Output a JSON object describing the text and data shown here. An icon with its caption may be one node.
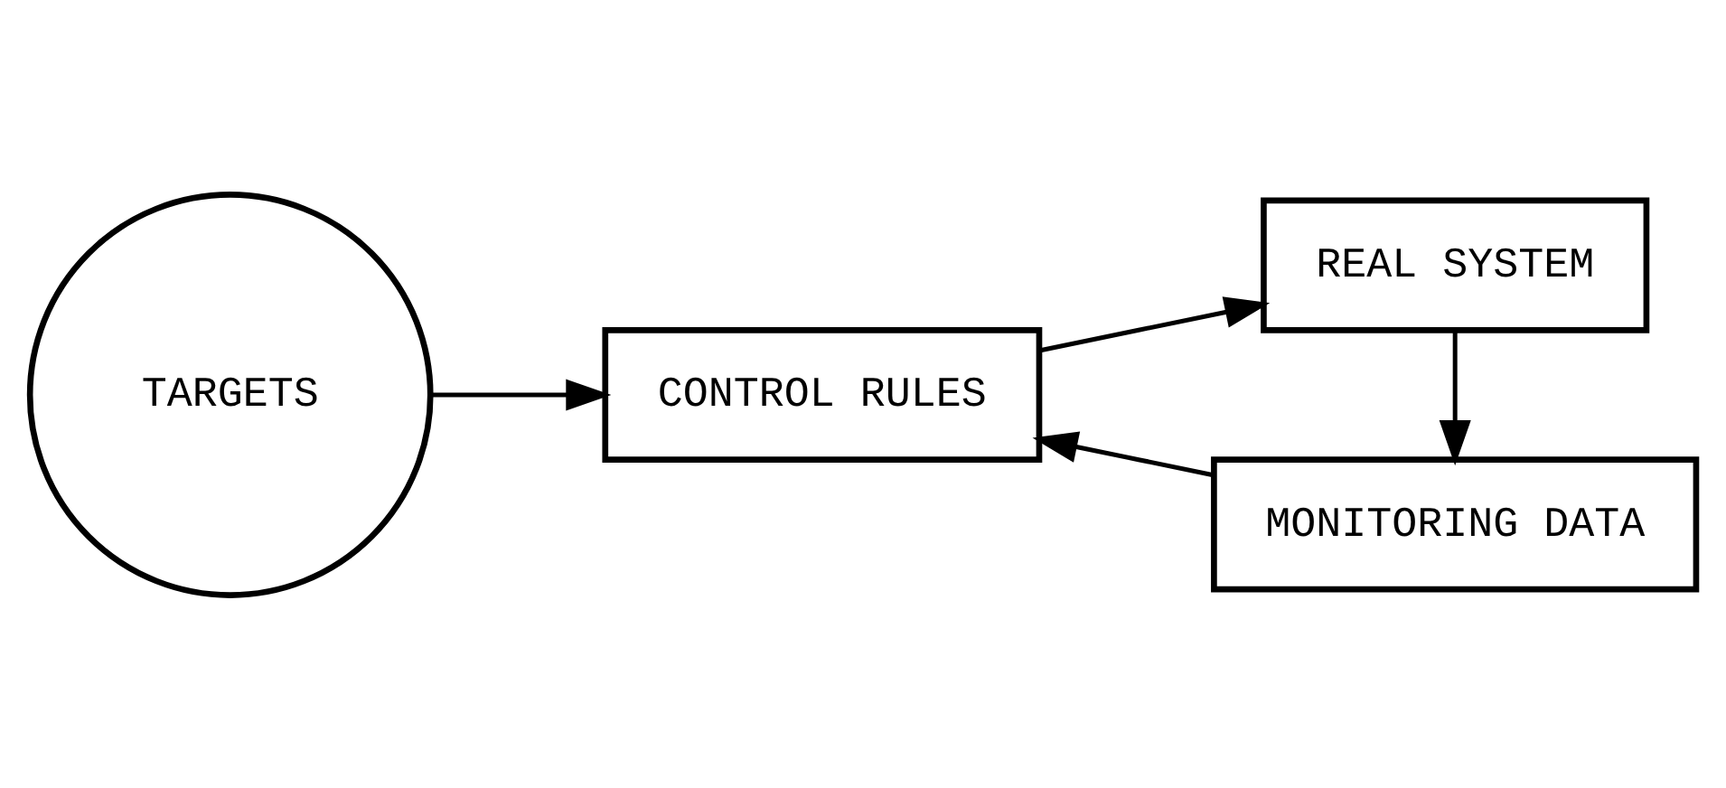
{
  "diagram": {
    "nodes": [
      {
        "text": [
          "TARGETS"
        ]
      },
      {
        "text": [
          "CONTROL RULES"
        ]
      },
      {
        "text": [
          "REAL SYSTEM"
        ]
      },
      {
        "text": [
          "MONITORING DATA"
        ]
      }
    ],
    "edges": [
      {
        "from": 0,
        "to": 1,
        "arrow": "to"
      },
      {
        "from": 1,
        "to": 2,
        "arrow": "to"
      },
      {
        "from": 2,
        "to": 3,
        "arrow": "to"
      },
      {
        "from": 3,
        "to": 1,
        "arrow": "to"
      }
    ]
  }
}
